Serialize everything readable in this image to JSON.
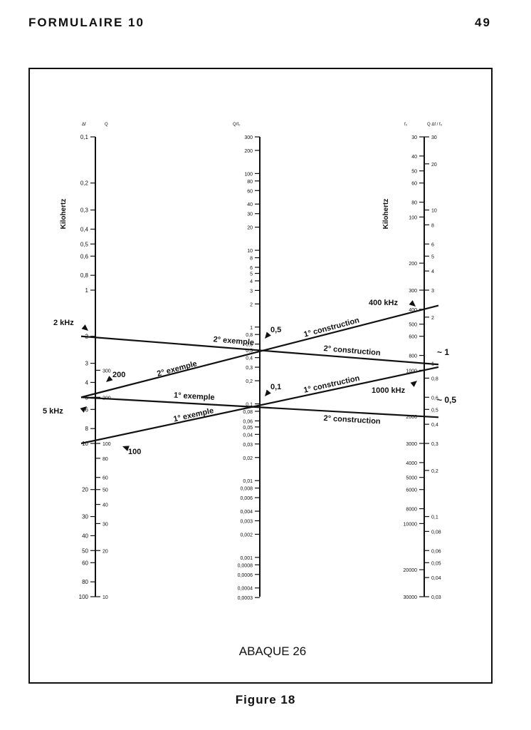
{
  "page": {
    "header_left": "FORMULAIRE 10",
    "page_number": "49",
    "figure_caption": "Figure 18"
  },
  "chart_data": {
    "type": "nomogram",
    "title": "ABAQUE 26",
    "axes": [
      {
        "id": "left",
        "headers": [
          "Δf",
          "Q"
        ],
        "side_label": "Kilohertz",
        "ticks_left": [
          "0,1",
          "0,2",
          "0,3",
          "0,4",
          "0,5",
          "0,6",
          "0,8",
          "1",
          "2",
          "3",
          "4",
          "5",
          "6",
          "8",
          "10",
          "20",
          "30",
          "40",
          "50",
          "60",
          "80",
          "100"
        ],
        "ticks_right": [
          "300",
          "200",
          "100",
          "80",
          "60",
          "50",
          "40",
          "30",
          "20",
          "10"
        ]
      },
      {
        "id": "middle",
        "headers": [
          "Q/f₀"
        ],
        "ticks": [
          "300",
          "200",
          "100",
          "80",
          "60",
          "40",
          "30",
          "20",
          "10",
          "8",
          "6",
          "5",
          "4",
          "3",
          "2",
          "1",
          "0,8",
          "0,6",
          "0,5",
          "0,4",
          "0,3",
          "0,2",
          "0,1",
          "0,08",
          "0,06",
          "0,05",
          "0,04",
          "0,03",
          "0,02",
          "0,01",
          "0,008",
          "0,006",
          "0,004",
          "0,003",
          "0,002",
          "0,001",
          "0,0008",
          "0,0006",
          "0,0004",
          "0,0003"
        ]
      },
      {
        "id": "right",
        "headers": [
          "f₀",
          "Q Δf / f₀"
        ],
        "side_label": "Kilohertz",
        "ticks_left": [
          "30",
          "40",
          "50",
          "60",
          "80",
          "100",
          "200",
          "300",
          "400",
          "500",
          "600",
          "800",
          "1000",
          "2000",
          "3000",
          "4000",
          "5000",
          "6000",
          "8000",
          "10000",
          "20000",
          "30000"
        ],
        "ticks_right": [
          "30",
          "20",
          "10",
          "8",
          "6",
          "5",
          "4",
          "3",
          "2",
          "1",
          "0,8",
          "0,6",
          "0,5",
          "0,4",
          "0,3",
          "0,2",
          "0,1",
          "0,08",
          "0,06",
          "0,05",
          "0,04",
          "0,03"
        ]
      }
    ],
    "constructions": [
      {
        "name": "1° exemple",
        "label": "1° exemple",
        "from": {
          "axis": "left",
          "value": 5,
          "unit": "kHz"
        },
        "through": {
          "axis": "middle",
          "value": 0.1
        },
        "to": {
          "axis": "right",
          "value": 2000
        }
      },
      {
        "name": "1° exemple (Q)",
        "label": "1° exemple",
        "from": {
          "axis": "left",
          "value": 100
        },
        "through": {
          "axis": "middle",
          "value": 0.1
        },
        "to": {
          "axis": "right",
          "value": 1000
        }
      },
      {
        "name": "2° exemple",
        "label": "2° exemple",
        "from": {
          "axis": "left",
          "value": 2,
          "unit": "kHz"
        },
        "through": {
          "axis": "middle",
          "value": 0.5
        },
        "to": {
          "axis": "right",
          "value": 1
        }
      },
      {
        "name": "2° exemple (Q)",
        "label": "2° exemple",
        "from": {
          "axis": "left",
          "value": 200
        },
        "through": {
          "axis": "middle",
          "value": 0.5
        },
        "to": {
          "axis": "right",
          "value": 400
        }
      },
      {
        "name": "1° construction",
        "label": "1° construction"
      },
      {
        "name": "2° construction",
        "label": "2° construction"
      }
    ],
    "annotations": [
      "2 kHz",
      "5 kHz",
      "200",
      "100",
      "0,5",
      "0,1",
      "400 kHz",
      "1000 kHz",
      "~ 1",
      "~ 0,5"
    ]
  }
}
